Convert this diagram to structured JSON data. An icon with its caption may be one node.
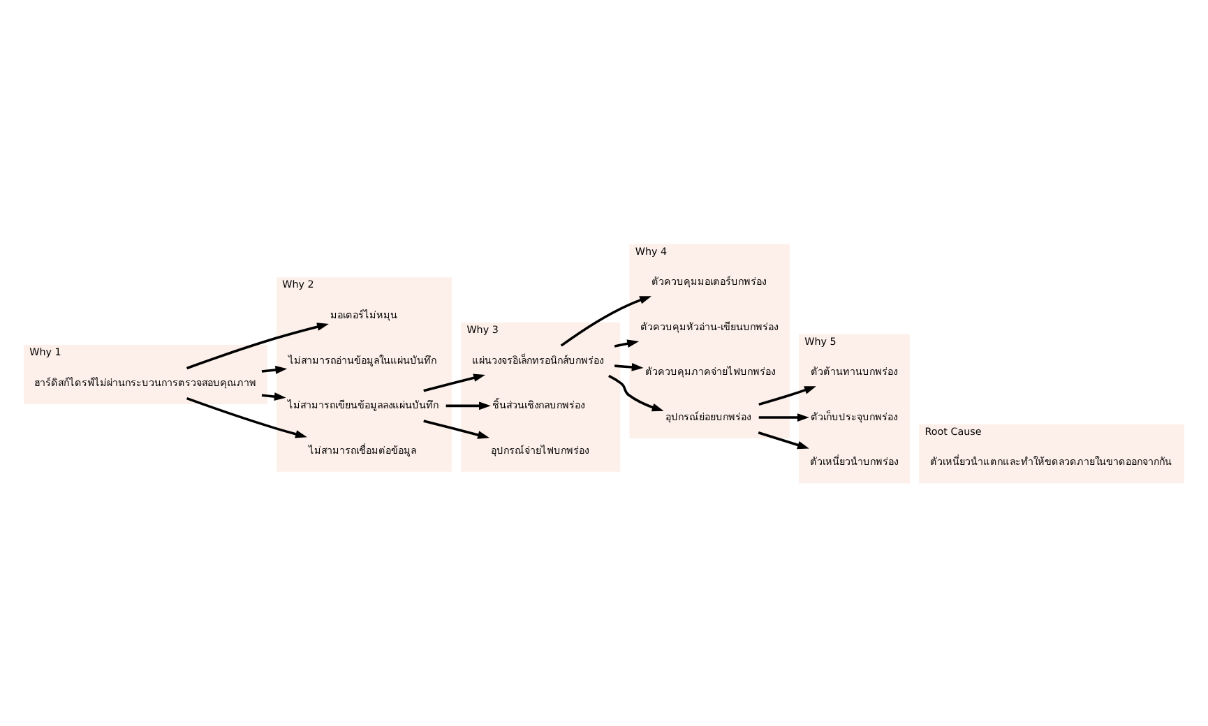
{
  "diagram": {
    "nodes": [
      {
        "text": [
          "Why 1"
        ]
      },
      {
        "text": [
          "ฮาร์ดิสก์ไดรฟ์ไม่ผ่านกระบวนการตรวจสอบคุณภาพ"
        ],
        "in": 0
      },
      {
        "text": [
          "Why 2"
        ]
      },
      {
        "text": [
          "มอเตอร์ไม่หมุน"
        ],
        "in": 2
      },
      {
        "text": [
          "ไม่สามารถอ่านข้อมูลในแผ่นบันทึก"
        ],
        "in": 2
      },
      {
        "text": [
          "ไม่สามารถเขียนข้อมูลลงแผ่นบันทึก"
        ],
        "in": 2
      },
      {
        "text": [
          "ไม่สามารถเชื่อมต่อข้อมูล"
        ],
        "in": 2
      },
      {
        "text": [
          "Why 3"
        ]
      },
      {
        "text": [
          "แผ่นวงจรอิเล็กทรอนิกส์บกพร่อง"
        ],
        "in": 7
      },
      {
        "text": [
          "ชิ้นส่วนเชิงกลบกพร่อง"
        ],
        "in": 7
      },
      {
        "text": [
          "อุปกรณ์จ่ายไฟบกพร่อง"
        ],
        "in": 7
      },
      {
        "text": [
          "Why 4"
        ]
      },
      {
        "text": [
          "ตัวควบคุมมอเตอร์บกพร่อง"
        ],
        "in": 11
      },
      {
        "text": [
          "ตัวควบคุมหัวอ่าน-เขียนบกพร่อง"
        ],
        "in": 11
      },
      {
        "text": [
          "ตัวควบคุมภาคจ่ายไฟบกพร่อง"
        ],
        "in": 11
      },
      {
        "text": [
          "อุปกรณ์ย่อยบกพร่อง"
        ],
        "in": 11
      },
      {
        "text": [
          "Why 5"
        ]
      },
      {
        "text": [
          "ตัวต้านทานบกพร่อง"
        ],
        "in": 16
      },
      {
        "text": [
          "ตัวเก็บประจุบกพร่อง"
        ],
        "in": 16
      },
      {
        "text": [
          "ตัวเหนี่ยวนำบกพร่อง"
        ],
        "in": 16
      },
      {
        "text": [
          "Root Cause"
        ]
      },
      {
        "text": [
          "ตัวเหนี่ยวนำแตกและทำให้ขดลวดภายในขาดออกจากกัน"
        ],
        "in": 20
      }
    ],
    "edges": [
      {
        "from": 1,
        "to": 3,
        "arrow": "to"
      },
      {
        "from": 1,
        "to": 4,
        "arrow": "to"
      },
      {
        "from": 1,
        "to": 5,
        "arrow": "to"
      },
      {
        "from": 1,
        "to": 6,
        "arrow": "to"
      },
      {
        "from": 5,
        "to": 8,
        "arrow": "to"
      },
      {
        "from": 5,
        "to": 9,
        "arrow": "to"
      },
      {
        "from": 5,
        "to": 10,
        "arrow": "to"
      },
      {
        "from": 8,
        "to": 12,
        "arrow": "to"
      },
      {
        "from": 8,
        "to": 13,
        "arrow": "to"
      },
      {
        "from": 8,
        "to": 14,
        "arrow": "to"
      },
      {
        "from": 8,
        "to": 15,
        "arrow": "to"
      },
      {
        "from": 15,
        "to": 17,
        "arrow": "to"
      },
      {
        "from": 15,
        "to": 18,
        "arrow": "to"
      },
      {
        "from": 15,
        "to": 19,
        "arrow": "to"
      }
    ]
  }
}
